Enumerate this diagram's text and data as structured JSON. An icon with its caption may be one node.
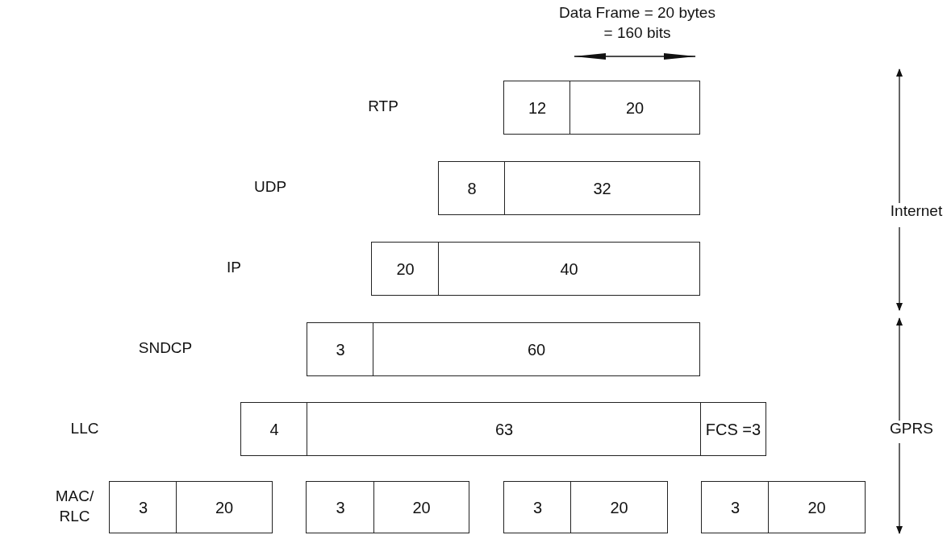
{
  "diagram": {
    "nodes": [
      {
        "text": [
          "12"
        ]
      },
      {
        "text": [
          "20"
        ]
      },
      {
        "text": [
          "8"
        ]
      },
      {
        "text": [
          "32"
        ]
      },
      {
        "text": [
          "20"
        ]
      },
      {
        "text": [
          "40"
        ]
      },
      {
        "text": [
          "3"
        ]
      },
      {
        "text": [
          "60"
        ]
      },
      {
        "text": [
          "4"
        ]
      },
      {
        "text": [
          "63"
        ]
      },
      {
        "text": [
          "FCS =3"
        ]
      },
      {
        "text": [
          "3"
        ]
      },
      {
        "text": [
          "20"
        ]
      },
      {
        "text": [
          "3"
        ]
      },
      {
        "text": [
          "20"
        ]
      },
      {
        "text": [
          "3"
        ]
      },
      {
        "text": [
          "20"
        ]
      },
      {
        "text": [
          "3"
        ]
      },
      {
        "text": [
          "20"
        ]
      }
    ],
    "labels": [
      "Data Frame = 20 bytes = 160 bits",
      "RTP",
      "UDP",
      "Internet",
      "IP",
      "SNDCP",
      "LLC",
      "GPRS",
      "MAC/ RLC"
    ]
  }
}
